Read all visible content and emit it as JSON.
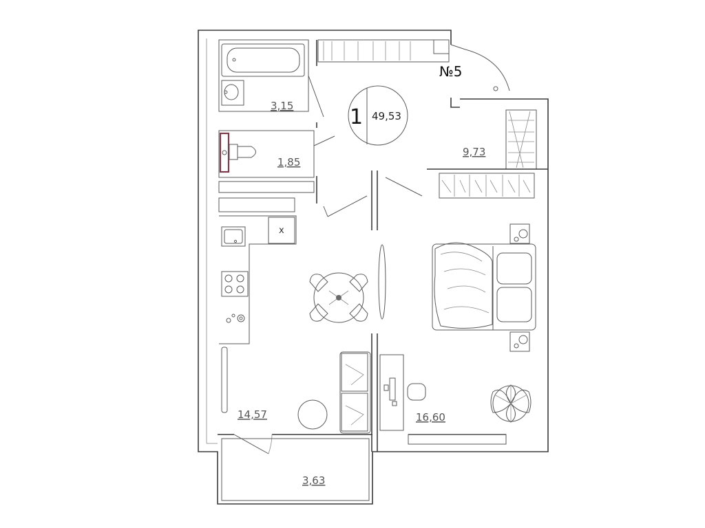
{
  "apartment": {
    "number_label": "№5",
    "rooms_count": "1",
    "total_area": "49,53"
  },
  "rooms": {
    "bathroom_area": "3,15",
    "toilet_area": "1,85",
    "hallway_area": "9,73",
    "kitchen_living_area": "14,57",
    "bedroom_area": "16,60",
    "balcony_area": "3,63"
  },
  "appliances": {
    "kitchen_box_mark": "x"
  },
  "colors": {
    "wall": "#3a3a3a",
    "furniture": "#5a5a5a",
    "label": "#555555",
    "accent_toilet": "#7a3a4a"
  },
  "icons": [
    "bathtub-icon",
    "sink-icon",
    "toilet-icon",
    "stove-icon",
    "table-icon",
    "chair-icon",
    "sofa-icon",
    "bed-icon",
    "desk-icon",
    "plant-icon",
    "wardrobe-icon",
    "socket-icon",
    "lamp-icon"
  ]
}
